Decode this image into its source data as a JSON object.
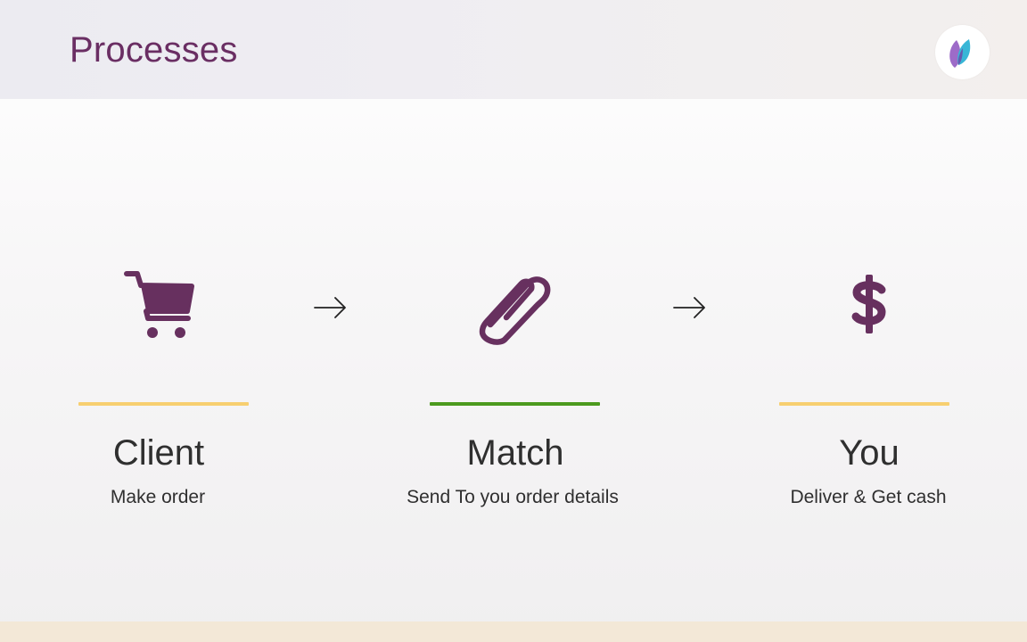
{
  "header": {
    "title": "Processes",
    "logo_icon": "brand-leaf-logo"
  },
  "colors": {
    "title_purple": "#6a2e63",
    "icon_purple": "#67305f",
    "bar_yellow": "#f7cf70",
    "bar_green": "#4c9a1e",
    "footer_strip": "#f3e8d7"
  },
  "steps": [
    {
      "icon": "shopping-cart-icon",
      "title": "Client",
      "description": "Make order",
      "bar_color": "#f7cf70"
    },
    {
      "icon": "paperclip-icon",
      "title": "Match",
      "description": "Send To you order details",
      "bar_color": "#4c9a1e"
    },
    {
      "icon": "dollar-icon",
      "title": "You",
      "description": "Deliver & Get cash",
      "bar_color": "#f7cf70"
    }
  ],
  "connectors": [
    {
      "icon": "arrow-right-icon"
    },
    {
      "icon": "arrow-right-icon"
    }
  ]
}
